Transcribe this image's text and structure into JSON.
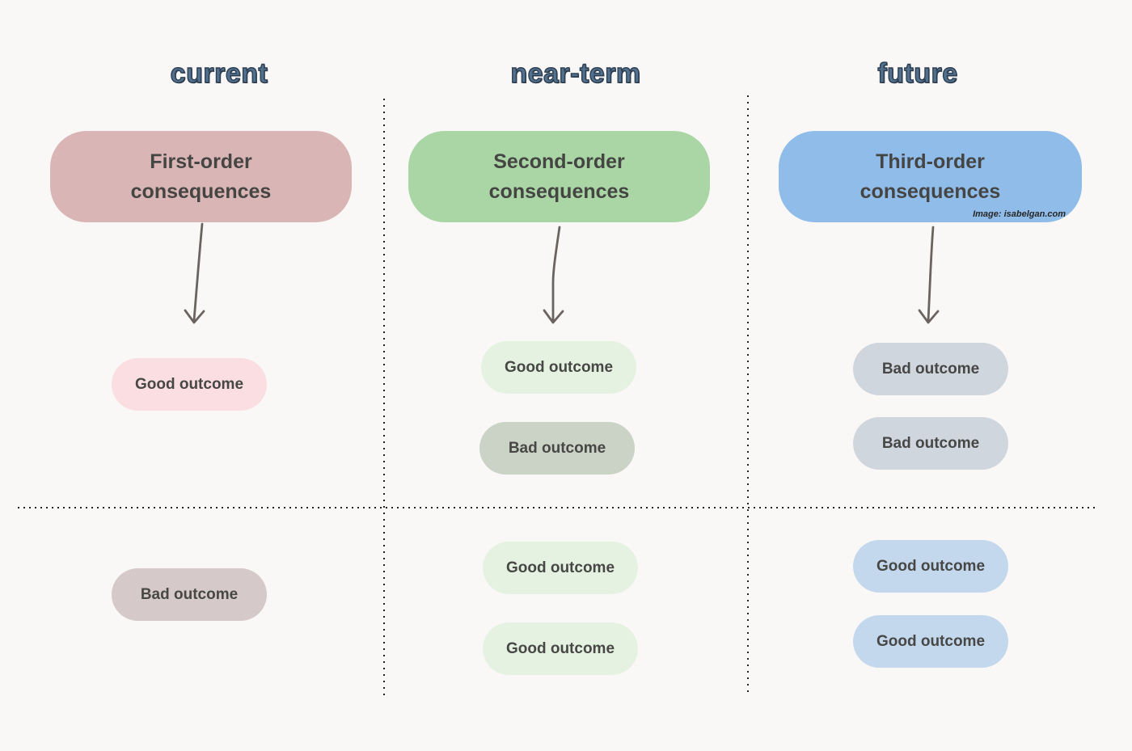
{
  "page": {
    "background": "#f9f8f6",
    "credit": "Image: isabelgan.com",
    "colors": {
      "header_fill": "#52718f",
      "header_outline": "#2e3e50",
      "box_text": "#454543",
      "arrow": "#6b6360",
      "dotted_divider": "#222222"
    }
  },
  "columns": [
    {
      "header": "current",
      "box": {
        "title": "First-order consequences",
        "color": "#d9b5b5"
      },
      "upper_outcomes": [
        {
          "label": "Good outcome",
          "color": "#fbdee2"
        }
      ],
      "lower_outcomes": [
        {
          "label": "Bad outcome",
          "color": "#d6c9c9"
        }
      ]
    },
    {
      "header": "near-term",
      "box": {
        "title": "Second-order consequences",
        "color": "#a9d6a4"
      },
      "upper_outcomes": [
        {
          "label": "Good outcome",
          "color": "#e5f2e1"
        },
        {
          "label": "Bad outcome",
          "color": "#cbd2c6"
        }
      ],
      "lower_outcomes": [
        {
          "label": "Good outcome",
          "color": "#e5f2e1"
        },
        {
          "label": "Good outcome",
          "color": "#e5f2e1"
        }
      ]
    },
    {
      "header": "future",
      "box": {
        "title": "Third-order consequences",
        "color": "#8fbce9"
      },
      "upper_outcomes": [
        {
          "label": "Bad outcome",
          "color": "#cfd6dd"
        },
        {
          "label": "Bad outcome",
          "color": "#cfd6dd"
        }
      ],
      "lower_outcomes": [
        {
          "label": "Good outcome",
          "color": "#c3d8ed"
        },
        {
          "label": "Good outcome",
          "color": "#c3d8ed"
        }
      ]
    }
  ]
}
